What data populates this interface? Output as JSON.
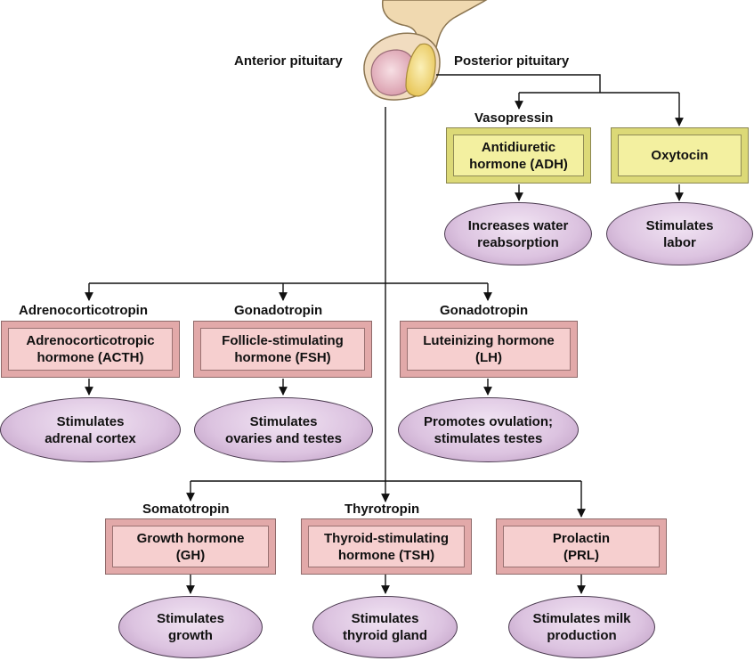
{
  "gland": {
    "anterior_label": "Anterior pituitary",
    "posterior_label": "Posterior pituitary"
  },
  "posterior": [
    {
      "precursor": "Vasopressin",
      "hormone": "Antidiuretic\nhormone (ADH)",
      "effect": "Increases water\nreabsorption"
    },
    {
      "precursor": "",
      "hormone": "Oxytocin",
      "effect": "Stimulates\nlabor"
    }
  ],
  "anterior_row1": [
    {
      "precursor": "Adrenocorticotropin",
      "hormone": "Adrenocorticotropic\nhormone (ACTH)",
      "effect": "Stimulates\nadrenal cortex"
    },
    {
      "precursor": "Gonadotropin",
      "hormone": "Follicle-stimulating\nhormone (FSH)",
      "effect": "Stimulates\novaries and testes"
    },
    {
      "precursor": "Gonadotropin",
      "hormone": "Luteinizing hormone\n(LH)",
      "effect": "Promotes ovulation;\nstimulates testes"
    }
  ],
  "anterior_row2": [
    {
      "precursor": "Somatotropin",
      "hormone": "Growth hormone\n(GH)",
      "effect": "Stimulates\ngrowth"
    },
    {
      "precursor": "Thyrotropin",
      "hormone": "Thyroid-stimulating\nhormone (TSH)",
      "effect": "Stimulates\nthyroid gland"
    },
    {
      "precursor": "",
      "hormone": "Prolactin\n(PRL)",
      "effect": "Stimulates milk\nproduction"
    }
  ],
  "colors": {
    "posterior_box": "#f3f0a0",
    "anterior_box": "#f6cfcf",
    "effect_oval": "#dcc3e0",
    "anterior_lobe": "#e9b8c2",
    "posterior_lobe": "#f5e08a",
    "stalk": "#f0d9b0"
  }
}
